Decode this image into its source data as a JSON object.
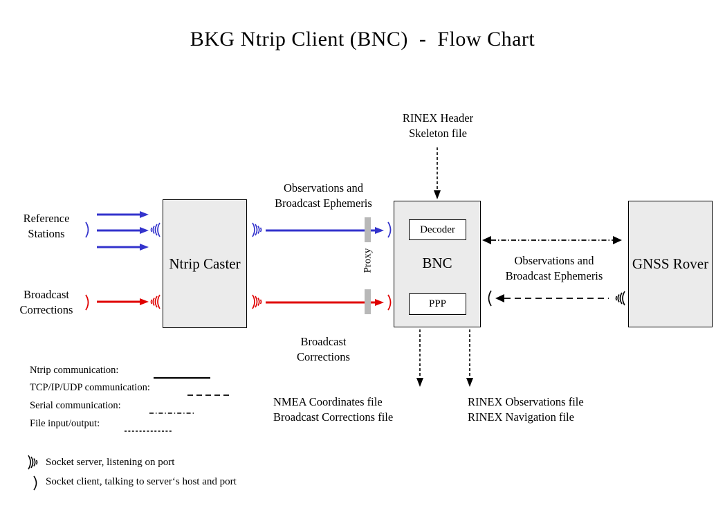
{
  "title": "BKG Ntrip Client (BNC)  -  Flow Chart",
  "nodes": {
    "ntrip_caster": "Ntrip\nCaster",
    "bnc": "BNC",
    "gnss_rover": "GNSS\nRover",
    "decoder": "Decoder",
    "ppp": "PPP",
    "proxy": "Proxy"
  },
  "labels": {
    "reference_stations": "Reference\nStations",
    "broadcast_corrections_left": "Broadcast\nCorrections",
    "observations_ephemeris_top": "Observations and\nBroadcast Ephemeris",
    "broadcast_corrections_mid": "Broadcast\nCorrections",
    "rinex_header_skeleton": "RINEX Header\nSkeleton file",
    "observations_ephemeris_right": "Observations and\nBroadcast Ephemeris",
    "nmea_output": "NMEA Coordinates file\nBroadcast Corrections file",
    "rinex_output": "RINEX Observations file\nRINEX Navigation file"
  },
  "legend": {
    "lines": [
      {
        "label": "Ntrip communication:",
        "style": "solid"
      },
      {
        "label": "TCP/IP/UDP communication:",
        "style": "dash"
      },
      {
        "label": "Serial communication:",
        "style": "dashdot"
      },
      {
        "label": "File input/output:",
        "style": "dot"
      }
    ],
    "sockets": [
      {
        "glyph": "socket-server-icon",
        "label": "Socket server, listening on port"
      },
      {
        "glyph": "socket-client-icon",
        "label": "Socket client, talking to server‘s host and port"
      }
    ]
  },
  "colors": {
    "blue": "#3333CC",
    "red": "#E00000",
    "black": "#000000",
    "box_fill": "#EBEBEB",
    "proxy_gray": "#B8B8B8",
    "background": "#FFFFFF"
  },
  "chart_data": {
    "type": "diagram",
    "title": "BKG Ntrip Client (BNC)  -  Flow Chart",
    "nodes": [
      {
        "id": "reference-stations",
        "label": "Reference Stations",
        "kind": "source"
      },
      {
        "id": "broadcast-corrections-source",
        "label": "Broadcast Corrections",
        "kind": "source"
      },
      {
        "id": "ntrip-caster",
        "label": "Ntrip Caster",
        "kind": "box"
      },
      {
        "id": "proxy",
        "label": "Proxy",
        "kind": "barrier"
      },
      {
        "id": "bnc",
        "label": "BNC",
        "kind": "box",
        "children": [
          "Decoder",
          "PPP"
        ]
      },
      {
        "id": "gnss-rover",
        "label": "GNSS Rover",
        "kind": "box"
      },
      {
        "id": "rinex-header-skeleton",
        "label": "RINEX Header Skeleton file",
        "kind": "file"
      },
      {
        "id": "nmea-files",
        "label": "NMEA Coordinates file / Broadcast Corrections file",
        "kind": "file"
      },
      {
        "id": "rinex-files",
        "label": "RINEX Observations file / RINEX Navigation file",
        "kind": "file"
      }
    ],
    "edges": [
      {
        "from": "reference-stations",
        "to": "ntrip-caster",
        "style": "solid",
        "color": "#3333CC",
        "label": ""
      },
      {
        "from": "broadcast-corrections-source",
        "to": "ntrip-caster",
        "style": "solid",
        "color": "#E00000",
        "label": ""
      },
      {
        "from": "ntrip-caster",
        "to": "bnc",
        "style": "solid",
        "color": "#3333CC",
        "label": "Observations and Broadcast Ephemeris"
      },
      {
        "from": "ntrip-caster",
        "to": "bnc",
        "style": "solid",
        "color": "#E00000",
        "label": "Broadcast Corrections"
      },
      {
        "from": "rinex-header-skeleton",
        "to": "bnc",
        "style": "dot",
        "color": "#000000",
        "label": ""
      },
      {
        "from": "bnc",
        "to": "gnss-rover",
        "style": "dashdot",
        "color": "#000000",
        "label": "Observations and Broadcast Ephemeris",
        "bidirectional": true
      },
      {
        "from": "gnss-rover",
        "to": "bnc",
        "style": "dash",
        "color": "#000000",
        "label": ""
      },
      {
        "from": "bnc",
        "to": "nmea-files",
        "style": "dot",
        "color": "#000000",
        "label": ""
      },
      {
        "from": "bnc",
        "to": "rinex-files",
        "style": "dot",
        "color": "#000000",
        "label": ""
      }
    ]
  }
}
